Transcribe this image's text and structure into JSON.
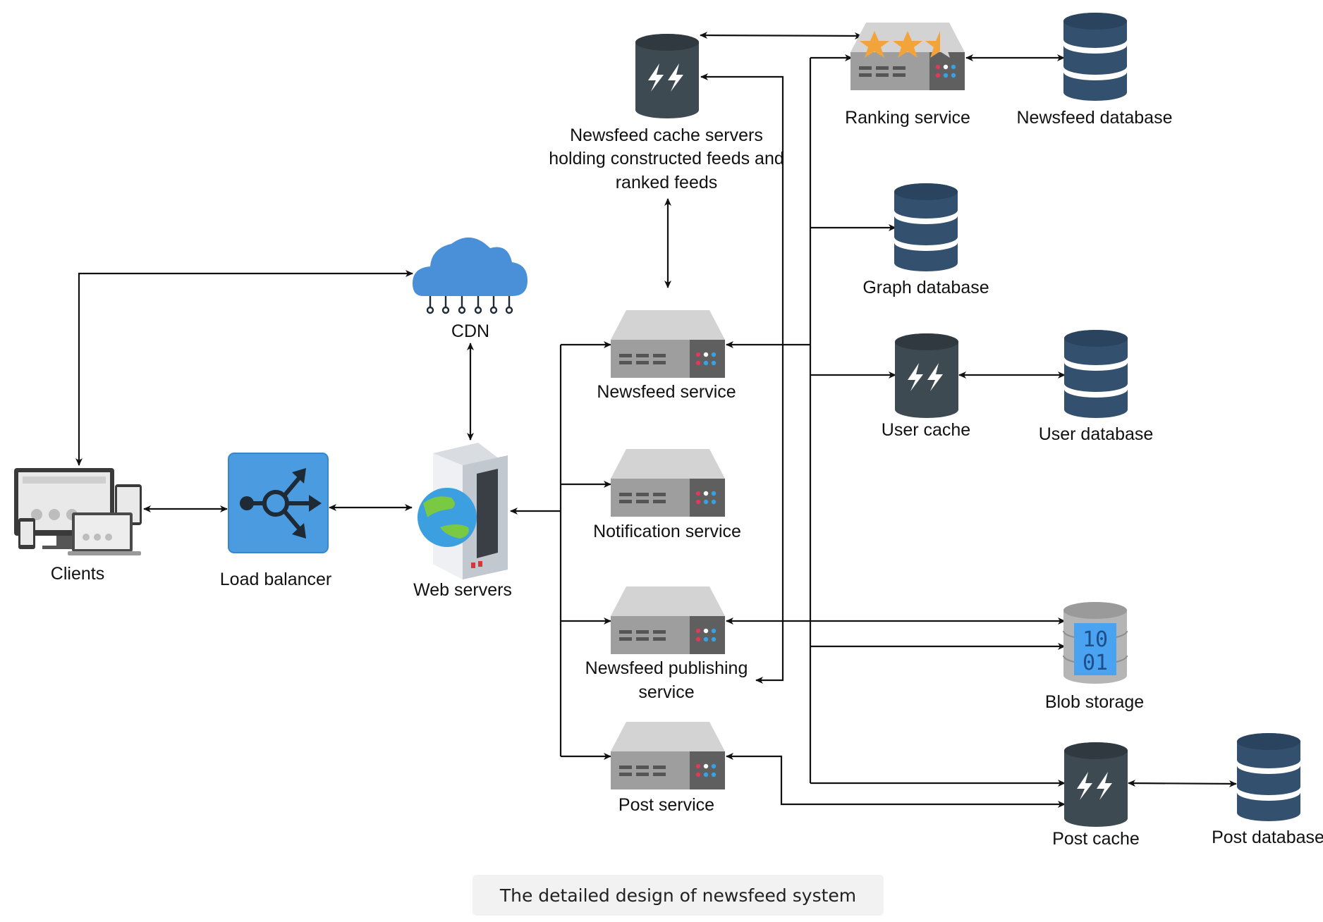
{
  "caption": "The detailed design of newsfeed system",
  "nodes": {
    "clients": "Clients",
    "load_balancer": "Load balancer",
    "web_servers": "Web servers",
    "cdn": "CDN",
    "newsfeed_cache": [
      "Newsfeed cache servers",
      "holding constructed feeds and",
      "ranked feeds"
    ],
    "newsfeed_service": "Newsfeed service",
    "notification_service": "Notification service",
    "newsfeed_publishing": [
      "Newsfeed publishing",
      "service"
    ],
    "post_service": "Post service",
    "ranking_service": "Ranking service",
    "newsfeed_database": "Newsfeed database",
    "graph_database": "Graph database",
    "user_cache": "User cache",
    "user_database": "User database",
    "blob_storage": "Blob storage",
    "post_cache": "Post cache",
    "post_database": "Post database"
  },
  "blob_glyph": [
    "10",
    "01"
  ],
  "colors": {
    "line": "#111111",
    "db_dark": "#33516f",
    "cache_dark": "#3e4a52",
    "server_gray": "#c9c9c9",
    "cdn_blue": "#4a90d9",
    "lb_blue": "#4a9be0",
    "star": "#f2a33a",
    "caption_bg": "#f2f2f2"
  }
}
